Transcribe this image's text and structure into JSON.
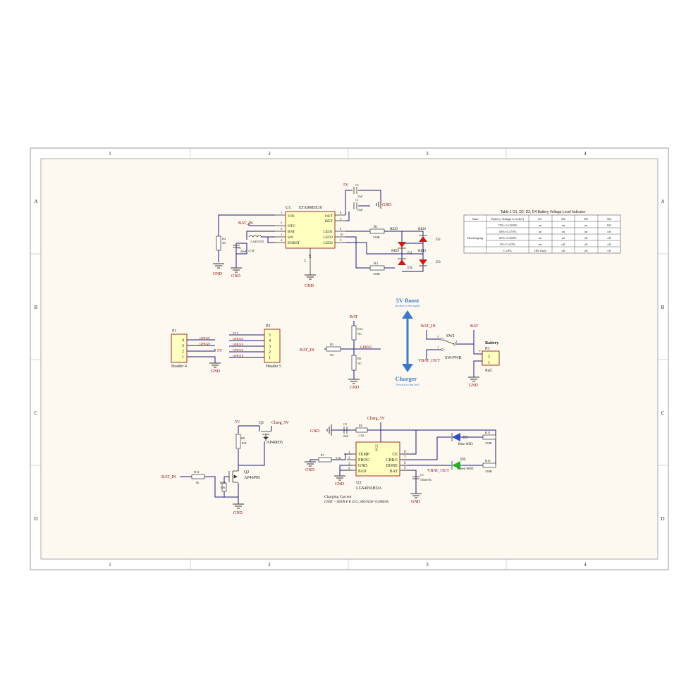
{
  "frame": {
    "cols": [
      "1",
      "2",
      "3",
      "4"
    ],
    "rows": [
      "A",
      "B",
      "C",
      "D"
    ]
  },
  "u1": {
    "ref": "U1",
    "value": "ETA9085E10",
    "left_pins": [
      {
        "num": "1",
        "name": "VIN"
      },
      {
        "num": "7",
        "name": "NTC"
      },
      {
        "num": "3",
        "name": "BAT"
      },
      {
        "num": "1",
        "name": "SW"
      },
      {
        "num": "4",
        "name": "ENBST"
      }
    ],
    "right_pins": [
      {
        "num": "6",
        "name": "OUT"
      },
      {
        "num": "5",
        "name": "ISET"
      },
      {
        "num": "8",
        "name": "LED1"
      },
      {
        "num": "10",
        "name": "LED3"
      },
      {
        "num": "9",
        "name": "LED2"
      }
    ],
    "ep": "EP",
    "ep_pin": "11"
  },
  "u1_misc": {
    "bat_in": "BAT_IN",
    "r4": "R4",
    "r4_val": "NC",
    "l1": "L1",
    "l1_val": "2.2uH/2520",
    "c3": "C3",
    "c3_val": "4.7uF",
    "c4_val": "100nF",
    "v5": "5V",
    "c2": "C2",
    "c2_val": "22uF",
    "c1": "C1",
    "c1_val": "22uF",
    "gnd": "GND"
  },
  "leds_top": {
    "red": "RED",
    "d1": "D1",
    "d2": "D2",
    "d3": "D3",
    "d4": "D4",
    "r1": "R1",
    "r3": "R3",
    "r_val": "330R"
  },
  "battery_table": {
    "caption": "Table 1    D1, D2, D3, D4 Battery Voltage Level Indicator",
    "headers": [
      "State",
      "Battery Voltage Level(C)",
      "D1",
      "D2",
      "D3",
      "D4"
    ],
    "state": "Discharging",
    "rows": [
      [
        "75%<C≤100%",
        "on",
        "on",
        "on",
        "Off"
      ],
      [
        "50%<C≤75%",
        "on",
        "on",
        "on",
        "off"
      ],
      [
        "25%<C≤50%",
        "on",
        "on",
        "off",
        "off"
      ],
      [
        "3%<C≤25%",
        "on",
        "off",
        "off",
        "off"
      ],
      [
        "C≤3%",
        "1Hz flash",
        "off",
        "off",
        "off"
      ]
    ]
  },
  "boost": {
    "title": "5V Boost",
    "sub": "(switch to the right)",
    "charger": "Charger",
    "charger_sub": "(Switch to the left)"
  },
  "headers_blk": {
    "p1": "P1",
    "p1_name": "Header 4",
    "p1_pins": [
      "4",
      "3",
      "2",
      "1"
    ],
    "p1_nets": [
      "GPIO21",
      "GPIO25",
      "",
      ""
    ],
    "v5": "5V",
    "gnd": "GND",
    "p2": "P2",
    "p2_name": "Header 5",
    "p2_pins": [
      "5",
      "4",
      "3",
      "2",
      "1"
    ],
    "p2_nets": [
      "3V3",
      "GPIO22",
      "GPIO19",
      "GPIO23",
      "GPIO18"
    ]
  },
  "divider": {
    "bat": "BAT",
    "r14": "R14",
    "r14_val": "NC",
    "r5": "R5",
    "r5_val": "NC",
    "r6": "R6",
    "r6_val": "NC",
    "r14_sub": "NC",
    "bat_in": "BAT_IN",
    "gpio": "GPIO35",
    "gnd": "GND"
  },
  "switch": {
    "bat_in": "BAT_IN",
    "bat": "BAT",
    "sw": "SW1",
    "sw_name": "SW-PWR",
    "vbat_out": "VBAT_OUT",
    "battery": "Battery",
    "p3": "P3",
    "pad": "Pad",
    "pin2": "2",
    "pin1": "1",
    "plus": "+",
    "gnd": "GND",
    "pins": [
      "1",
      "2",
      "3"
    ]
  },
  "mosfets": {
    "v5": "5V",
    "q1": "Q1",
    "charg": "Charg_5V",
    "r9": "R9",
    "r9_val": "10K",
    "q1_val": "AP40P05",
    "q2": "Q2",
    "q2_val": "AP40P05",
    "bat_in": "BAT_IN",
    "r12": "R12",
    "r12_val": "1K",
    "r13": "R13",
    "r13_val": "10K",
    "gnd": "GND"
  },
  "u2": {
    "ref": "U2",
    "value": "LGS4056HDA",
    "vcc": "VCC",
    "left_pins": [
      {
        "num": "1",
        "name": "TEMP"
      },
      {
        "num": "2",
        "name": "PROG"
      },
      {
        "num": "3",
        "name": "GND"
      },
      {
        "num": "9",
        "name": "PAD"
      }
    ],
    "right_pins": [
      {
        "num": "8",
        "name": "CE"
      },
      {
        "num": "7",
        "name": "CHRG"
      },
      {
        "num": "6",
        "name": "DONE"
      },
      {
        "num": "5",
        "name": "BAT"
      }
    ],
    "charg": "Charg_5V",
    "gnd": "GND",
    "c8": "C8",
    "c8_val": "10uF",
    "r8": "R8",
    "r8_val": "1.2Ω",
    "r7": "R7",
    "r7_val": "9.1K",
    "c5": "C5",
    "c5_val": "100nF/NC",
    "vbat_out": "VBAT_OUT",
    "d5": "D5",
    "d5_val": "Blue 0603",
    "d6": "D6",
    "d6_val": "Green 0603",
    "r11": "R11",
    "r10": "R10",
    "r_val": "330R",
    "note_title": "Charging Current",
    "note_eq": "I BAT = 900/R P R O G,  900/9100=0.098(9A"
  }
}
